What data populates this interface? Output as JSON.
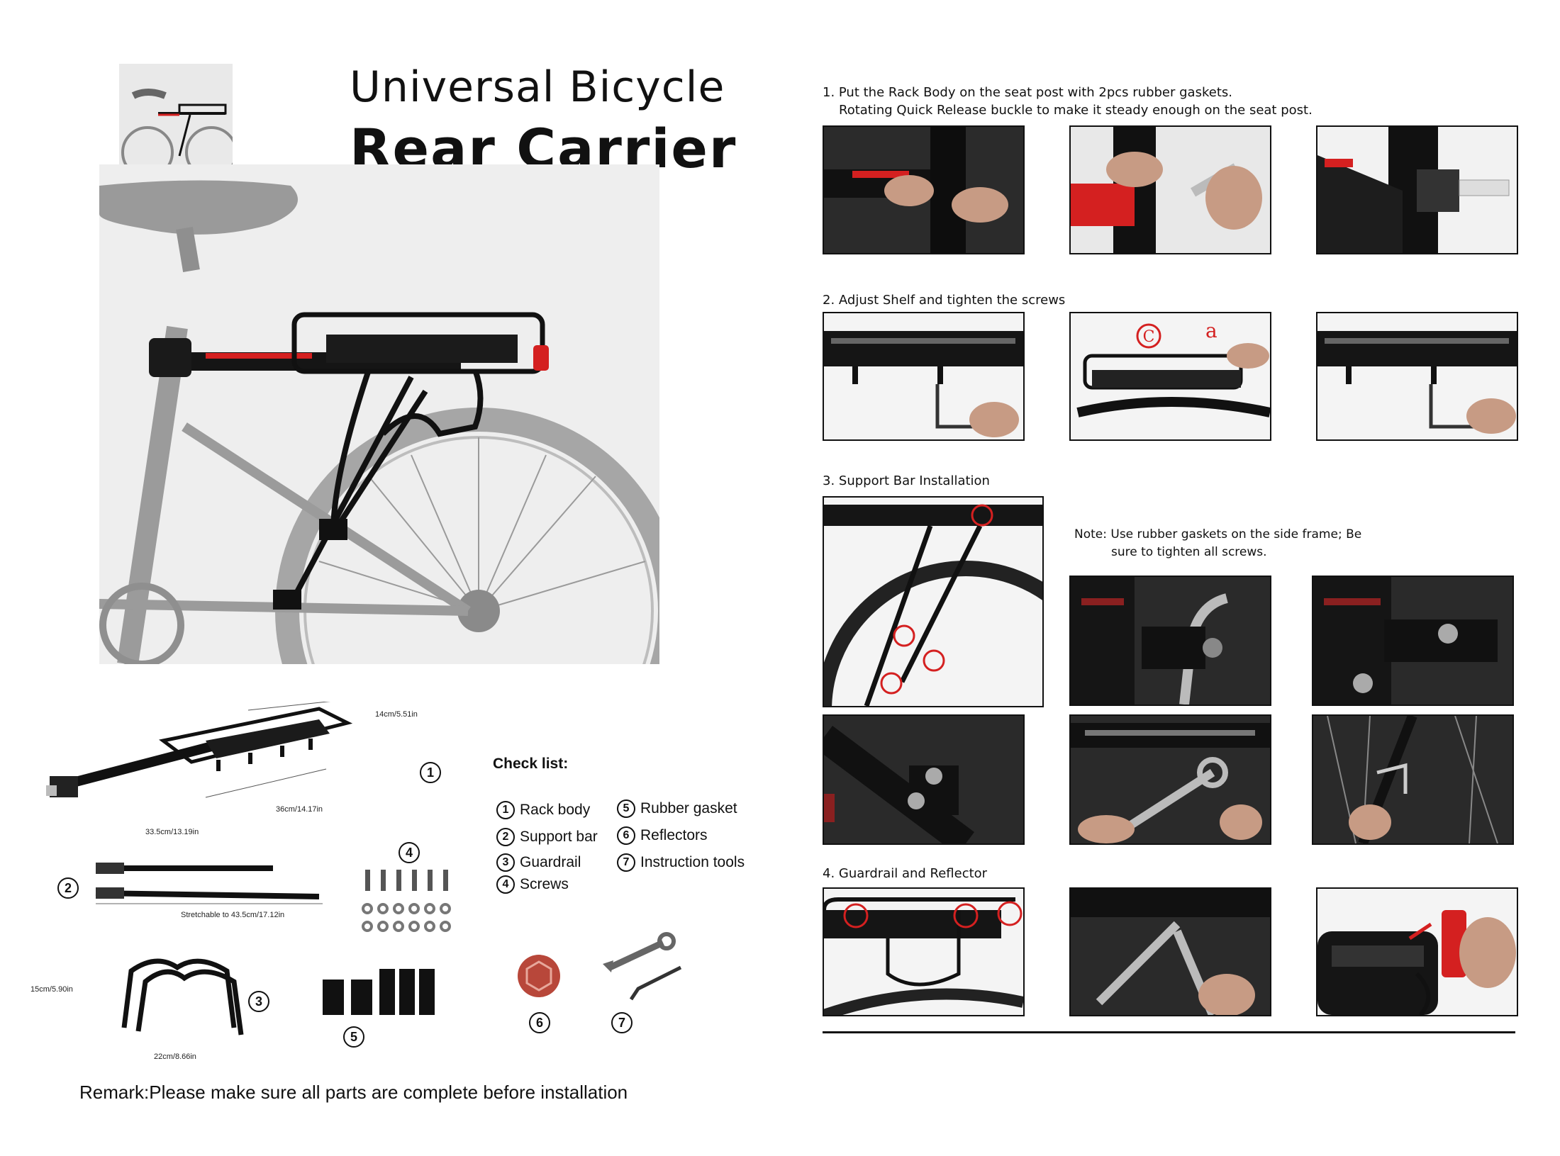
{
  "title": {
    "line1": "Universal Bicycle",
    "line2": "Rear Carrier"
  },
  "steps": [
    {
      "heading": "1.  Put the Rack Body on the seat post  with  2pcs  rubber  gaskets.",
      "heading2": "Rotating Quick Release buckle to make it steady enough on the seat post."
    },
    {
      "heading": "2.  Adjust Shelf and tighten the screws"
    },
    {
      "heading": "3.  Support Bar Installation"
    },
    {
      "heading": "4.  Guardrail and Reflector"
    }
  ],
  "note": {
    "line1": "Note: Use rubber gaskets on the side frame; Be",
    "line2": "sure to tighten all screws."
  },
  "dimensions": {
    "width": "14cm/5.51in",
    "length": "36cm/14.17in",
    "post": "33.5cm/13.19in",
    "stretch": "Stretchable to 43.5cm/17.12in",
    "guard_h": "15cm/5.90in",
    "guard_w": "22cm/8.66in"
  },
  "checklist": {
    "title": "Check list:",
    "items": [
      {
        "num": "1",
        "label": "Rack body"
      },
      {
        "num": "2",
        "label": "Support bar"
      },
      {
        "num": "3",
        "label": "Guardrail"
      },
      {
        "num": "4",
        "label": "Screws"
      },
      {
        "num": "5",
        "label": "Rubber gasket"
      },
      {
        "num": "6",
        "label": "Reflectors"
      },
      {
        "num": "7",
        "label": "Instruction tools"
      }
    ]
  },
  "part_labels": [
    "1",
    "2",
    "3",
    "4",
    "5",
    "6",
    "7"
  ],
  "thumb_marks": {
    "c": "C",
    "a": "a"
  },
  "remark": "Remark:Please make sure all parts are complete before installation",
  "colors": {
    "accent_red": "#d42020",
    "frame": "#111111",
    "photo_bg": "#eeeeee"
  }
}
